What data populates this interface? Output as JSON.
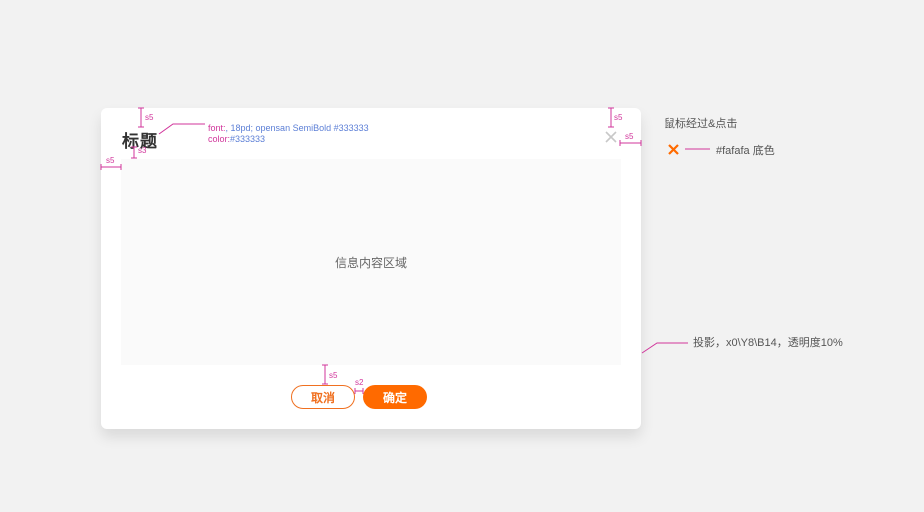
{
  "dialog": {
    "title": "标题",
    "content_text": "信息内容区域",
    "cancel_label": "取消",
    "confirm_label": "确定",
    "close_icon": "close-icon"
  },
  "annotations": {
    "font_line_prefix": "font:",
    "font_line_rest": ", 18pd; opensan SemiBold #333333",
    "color_line_prefix": "color:",
    "color_line_rest": "#333333",
    "spacing_5": "s5",
    "spacing_3": "s3",
    "spacing_2": "s2",
    "hover_title": "鼠标经过&点击",
    "hover_desc": "#fafafa 底色",
    "shadow_desc": "投影，x0\\Y8\\B14，透明度10%"
  },
  "colors": {
    "page_bg": "#f2f2f2",
    "content_bg": "#fafafa",
    "accent_orange": "#ff6a00",
    "annotation_pink": "#d1359b",
    "annotation_blue": "#5c7fd6",
    "title_text": "#333333"
  }
}
